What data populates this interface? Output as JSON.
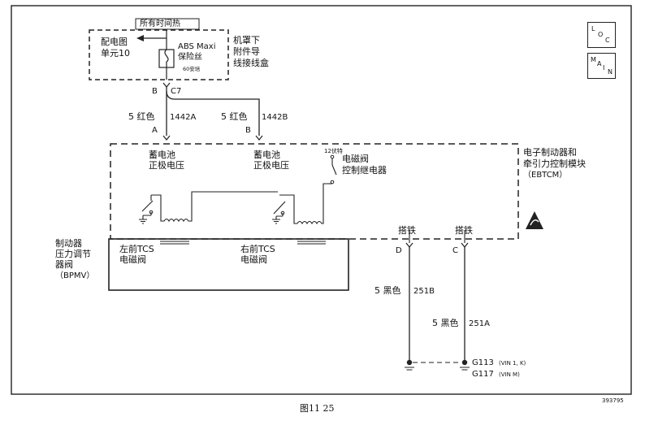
{
  "top_label": "所有时间热",
  "fuse_block": {
    "left_line1": "配电图",
    "left_line2": "单元10",
    "fuse_line1": "ABS Maxi",
    "fuse_line2": "保险丝",
    "fuse_rating": "60安培",
    "name_line1": "机罩下",
    "name_line2": "附件导",
    "name_line3": "线接线盒",
    "pin": "B",
    "connector": "C7"
  },
  "wires": {
    "left_gauge_color": "5 红色",
    "left_circuit": "1442A",
    "right_gauge_color": "5 红色",
    "right_circuit": "1442B",
    "left_pin": "A",
    "right_pin": "B",
    "ground_d_gauge_color": "5 黑色",
    "ground_d_circuit": "251B",
    "ground_c_gauge_color": "5 黑色",
    "ground_c_circuit": "251A",
    "ground_d_pin": "D",
    "ground_c_pin": "C"
  },
  "module": {
    "name_line1": "电子制动器和",
    "name_line2": "牵引力控制模块",
    "name_line3": "（EBTCM）",
    "batt1_line1": "蓄电池",
    "batt1_line2": "正极电压",
    "batt2_line1": "蓄电池",
    "batt2_line2": "正极电压",
    "relay_voltage": "12伏特",
    "relay_line1": "电磁阀",
    "relay_line2": "控制继电器",
    "ground1": "搭铁",
    "ground2": "搭铁"
  },
  "bpmv": {
    "name_line1": "制动器",
    "name_line2": "压力调节",
    "name_line3": "器阀",
    "name_line4": "（BPMV）",
    "left_valve_line1": "左前TCS",
    "left_valve_line2": "电磁阀",
    "right_valve_line1": "右前TCS",
    "right_valve_line2": "电磁阀"
  },
  "grounds": {
    "g1": "G113",
    "g1_vin": "(VIN 1, K)",
    "g2": "G117",
    "g2_vin": "(VIN M)"
  },
  "badges": {
    "loc_l": "L",
    "loc_o": "O",
    "loc_c": "C",
    "main_m": "M",
    "main_a": "A",
    "main_i": "I",
    "main_n": "N"
  },
  "caption": "图11 25",
  "figure_id": "393795"
}
